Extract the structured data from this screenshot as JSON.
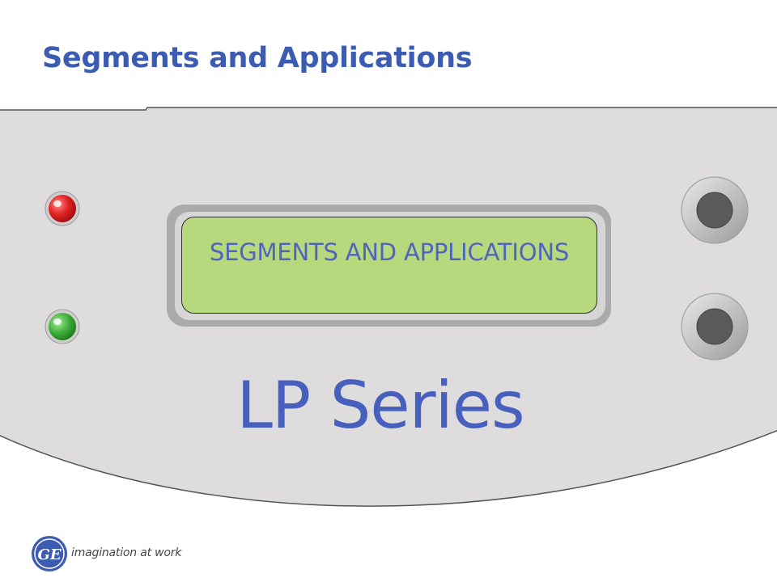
{
  "slide": {
    "title": "Segments and Applications"
  },
  "lcd": {
    "text": "SEGMENTS AND APPLICATIONS"
  },
  "device": {
    "series_label": "LP Series"
  },
  "footer": {
    "logo_text": "GE",
    "tagline": "imagination at work"
  },
  "colors": {
    "title": "#3b5cb2",
    "panel": "#dedcdc",
    "panel_border": "#555555",
    "bezel": "#aaaaaa",
    "lcd_fill": "#b7d97e",
    "lcd_text": "#4f65bd",
    "series_text": "#4860bd",
    "led_red": "#e02020",
    "led_green": "#3fb03c",
    "button_dark": "#5a5a5a",
    "logo_blue": "#3b5cb2",
    "tagline": "#444444"
  },
  "icons": {
    "red_led": "status-led-red",
    "green_led": "status-led-green",
    "buttons": "round-push-button",
    "logo": "ge-monogram-logo"
  }
}
